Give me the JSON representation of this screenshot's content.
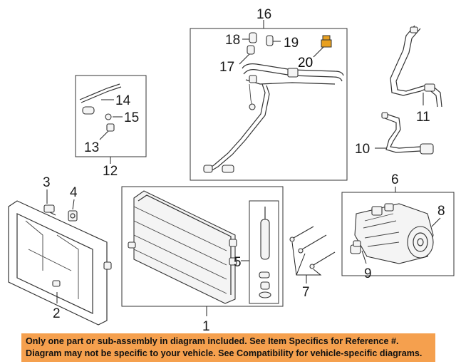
{
  "callouts": {
    "c1": "1",
    "c2": "2",
    "c3": "3",
    "c4": "4",
    "c5": "5",
    "c6": "6",
    "c7": "7",
    "c8": "8",
    "c9": "9",
    "c10": "10",
    "c11": "11",
    "c12": "12",
    "c13": "13",
    "c14": "14",
    "c15": "15",
    "c16": "16",
    "c17": "17",
    "c18": "18",
    "c19": "19",
    "c20": "20"
  },
  "highlight_color": "#e8a020",
  "banner": {
    "color": "#f5a04e",
    "line1": "Only one part or sub-assembly in diagram included. See Item Specifics for Reference #.",
    "line2": "Diagram may not be specific to your vehicle. See Compatibility for vehicle-specific diagrams."
  }
}
